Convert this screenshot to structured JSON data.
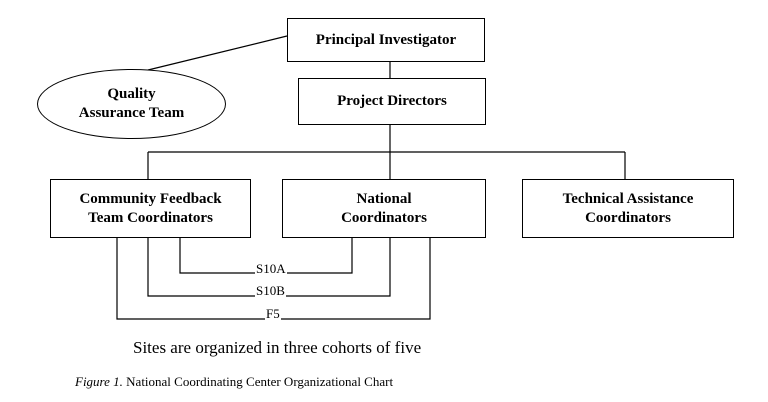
{
  "nodes": {
    "principal_investigator": {
      "lines": [
        "Principal Investigator"
      ]
    },
    "quality_assurance": {
      "lines": [
        "Quality",
        "Assurance Team"
      ]
    },
    "project_directors": {
      "lines": [
        "Project Directors"
      ]
    },
    "community_feedback": {
      "lines": [
        "Community Feedback",
        "Team Coordinators"
      ]
    },
    "national_coordinators": {
      "lines": [
        "National",
        "Coordinators"
      ]
    },
    "technical_assistance": {
      "lines": [
        "Technical Assistance",
        "Coordinators"
      ]
    }
  },
  "connectors": {
    "s10a": "S10A",
    "s10b": "S10B",
    "f5": "F5"
  },
  "caption": "Sites are organized in three cohorts of five",
  "figure_caption": {
    "label": "Figure 1.",
    "text": "National Coordinating Center Organizational Chart"
  }
}
